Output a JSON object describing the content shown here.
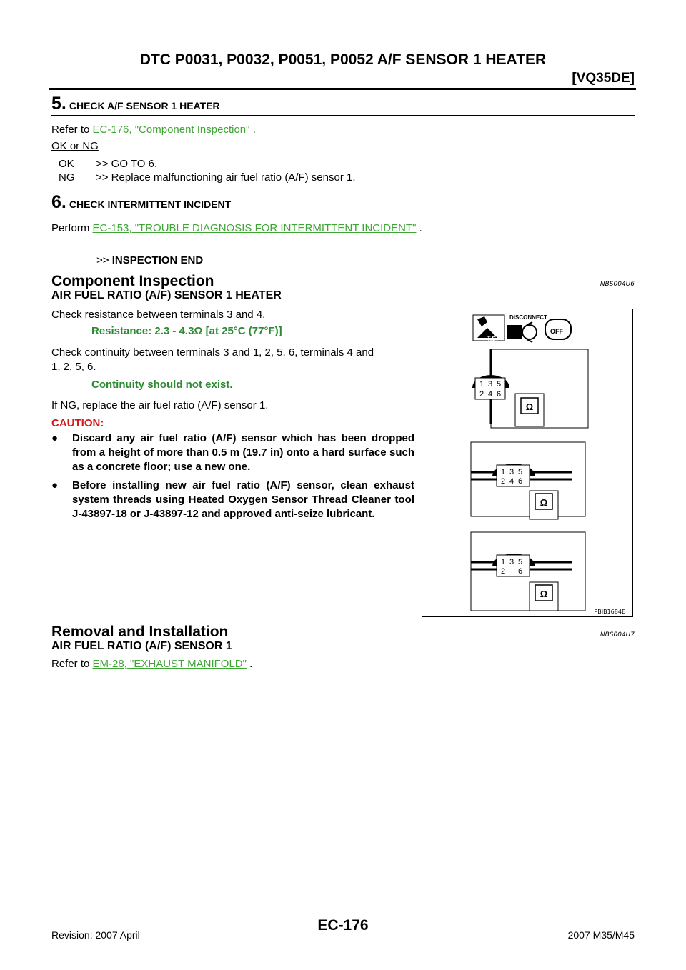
{
  "header": {
    "title": "DTC P0031, P0032, P0051, P0052 A/F SENSOR 1 HEATER",
    "variant": "[VQ35DE]"
  },
  "step5": {
    "number": "5.",
    "title": "CHECK A/F SENSOR 1 HEATER",
    "refer_prefix": "Refer to ",
    "link": "EC-176, \"Component Inspection\"",
    "refer_suffix": " .",
    "ok_or_ng": "OK or NG",
    "ok_label": "OK",
    "ok_text": ">> GO TO 6.",
    "ng_label": "NG",
    "ng_text": ">> Replace malfunctioning air fuel ratio (A/F) sensor 1."
  },
  "step6": {
    "number": "6.",
    "title": "CHECK INTERMITTENT INCIDENT",
    "perform_prefix": "Perform ",
    "link": "EC-153, \"TROUBLE DIAGNOSIS FOR INTERMITTENT INCIDENT\"",
    "perform_suffix": " .",
    "end_prefix": ">>",
    "end_text": "INSPECTION END"
  },
  "component_inspection": {
    "title": "Component Inspection",
    "code": "NBS004U6",
    "subtitle": "AIR FUEL RATIO (A/F) SENSOR 1 HEATER",
    "p1": "Check resistance between terminals 3 and 4.",
    "resistance": "Resistance: 2.3 - 4.3Ω [at 25°C (77°F)]",
    "p2_line1": "Check continuity between terminals 3 and 1, 2, 5, 6, terminals 4 and",
    "p2_line2": "1, 2, 5, 6.",
    "continuity": "Continuity should not exist.",
    "p3": "If NG, replace the air fuel ratio (A/F) sensor 1.",
    "caution": "CAUTION:",
    "bullets": [
      "Discard any air fuel ratio (A/F) sensor which has been dropped from a height of more than 0.5 m (19.7 in) onto a hard surface such as a concrete floor; use a new one.",
      "Before installing new air fuel ratio (A/F) sensor, clean exhaust system threads using Heated Oxygen Sensor Thread Cleaner tool J-43897-18 or J-43897-12 and approved anti-seize lubricant."
    ]
  },
  "figure": {
    "disconnect_label": "DISCONNECT",
    "ts_label": "T.S.",
    "off_label": "OFF",
    "terminals_top": [
      "1",
      "3",
      "5"
    ],
    "terminals_bottom": [
      "2",
      "4",
      "6"
    ],
    "ohm": "Ω",
    "figure_id": "PBIB1684E"
  },
  "removal": {
    "title": "Removal and Installation",
    "code": "NBS004U7",
    "subtitle": "AIR FUEL RATIO (A/F) SENSOR 1",
    "refer_prefix": "Refer to ",
    "link": "EM-28, \"EXHAUST MANIFOLD\"",
    "refer_suffix": " ."
  },
  "footer": {
    "revision": "Revision: 2007 April",
    "page": "EC-176",
    "model": "2007 M35/M45"
  }
}
